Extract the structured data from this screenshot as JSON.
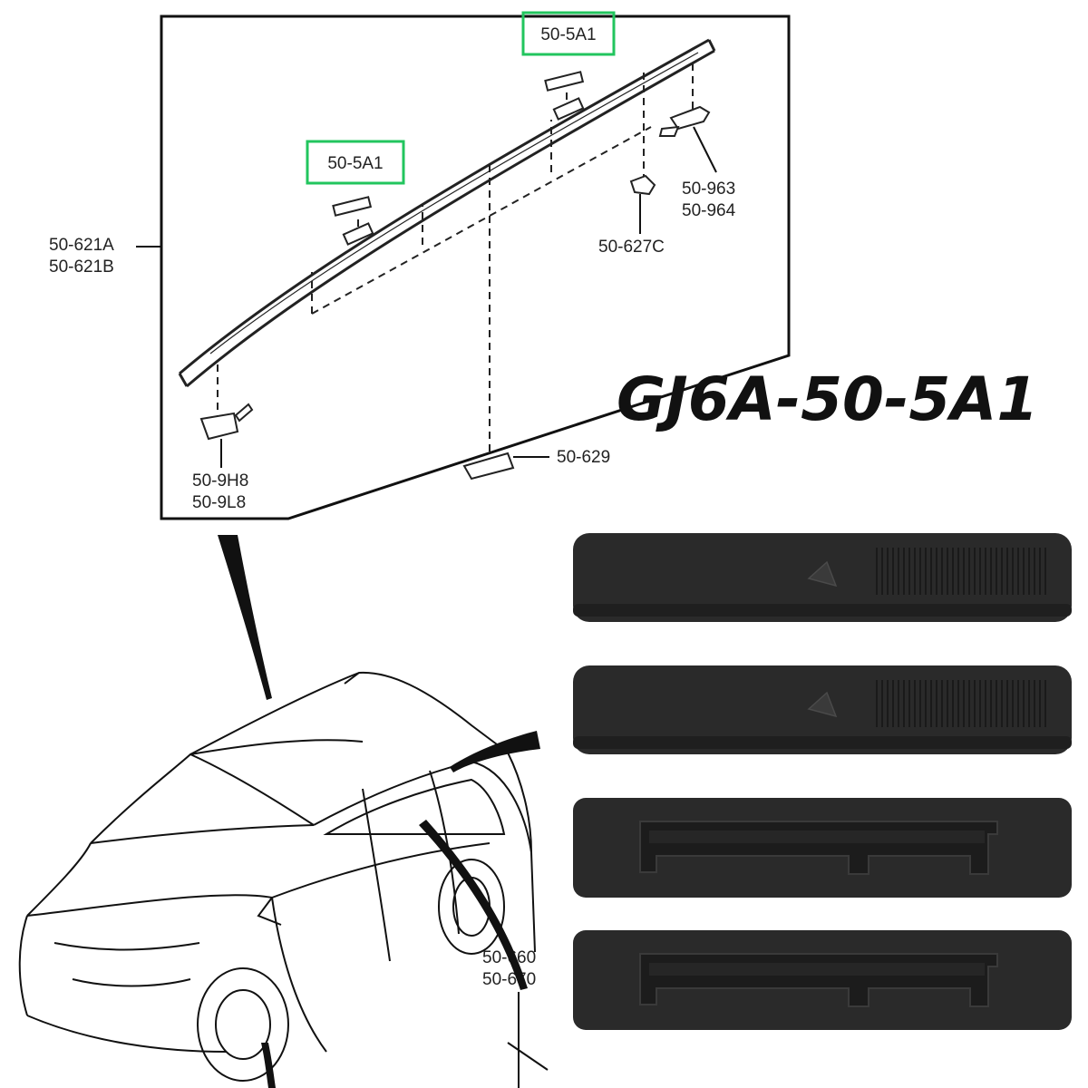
{
  "title": "GJ6A-50-5A1",
  "callouts": {
    "a": "50-5A1",
    "b": "50-5A1"
  },
  "labels": {
    "rail_1": "50-621A",
    "rail_2": "50-621B",
    "clip_a_1": "50-963",
    "clip_a_2": "50-964",
    "clip_b": "50-627C",
    "clip_c_1": "50-9H8",
    "clip_c_2": "50-9L8",
    "clip_d": "50-629",
    "molding_1": "50-660",
    "molding_2": "50-670"
  },
  "colors": {
    "highlight": "#22c55e",
    "part": "#2a2a2a",
    "line": "#111111"
  },
  "icons": {
    "part_top": "rubber-cover-top-icon",
    "part_bottom": "rubber-cover-bottom-icon"
  }
}
